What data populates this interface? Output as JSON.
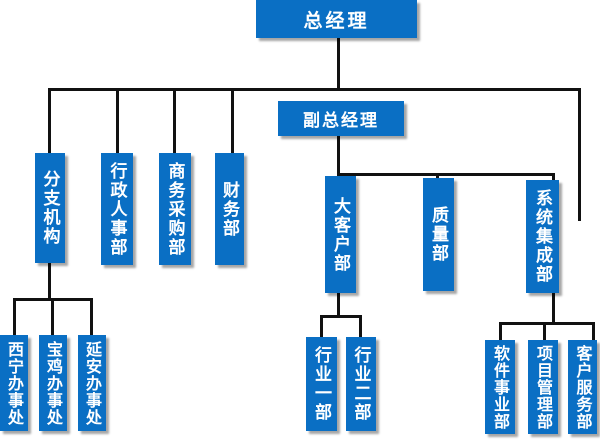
{
  "colors": {
    "box_fill": "#0a6fc4",
    "box_text": "#ffffff",
    "line": "#111111",
    "background": "#ffffff"
  },
  "nodes": {
    "general_manager": "总经理",
    "deputy_general_manager": "副总经理",
    "branch_offices": "分支机构",
    "administration_hr": "行政人事部",
    "commerce_procurement": "商务采购部",
    "finance": "财务部",
    "key_accounts": "大客户部",
    "quality": "质量部",
    "system_integration": "系统集成部",
    "xining_office": "西宁办事处",
    "baoji_office": "宝鸡办事处",
    "yanan_office": "延安办事处",
    "industry_dept_1": "行业一部",
    "industry_dept_2": "行业二部",
    "software_business": "软件事业部",
    "project_management": "项目管理部",
    "customer_service": "客户服务部"
  }
}
